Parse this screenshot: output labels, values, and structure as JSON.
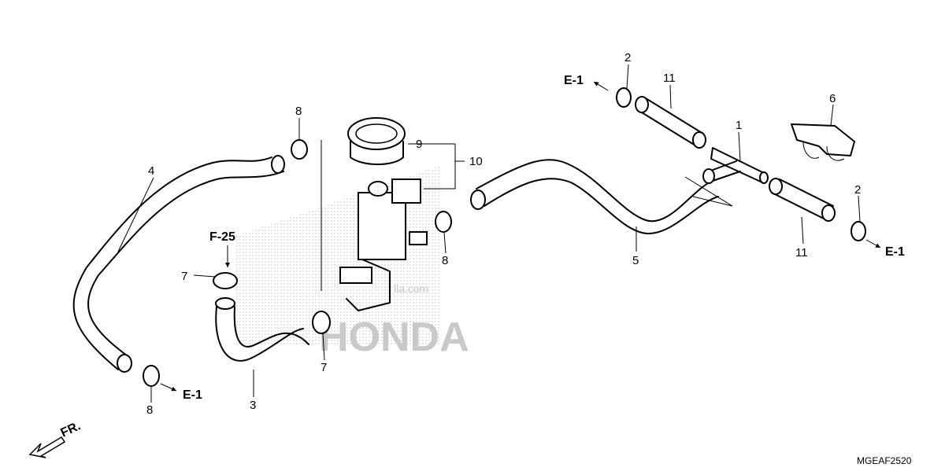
{
  "diagram": {
    "part_code": "MGEAF2520",
    "direction_label": "FR.",
    "watermark": {
      "site": "lla.com",
      "brand": "HONDA"
    },
    "callouts": [
      "1",
      "2",
      "2",
      "3",
      "4",
      "5",
      "6",
      "7",
      "7",
      "8",
      "8",
      "8",
      "9",
      "10",
      "11",
      "11"
    ],
    "references": [
      "E-1",
      "E-1",
      "E-1",
      "F-25"
    ]
  }
}
